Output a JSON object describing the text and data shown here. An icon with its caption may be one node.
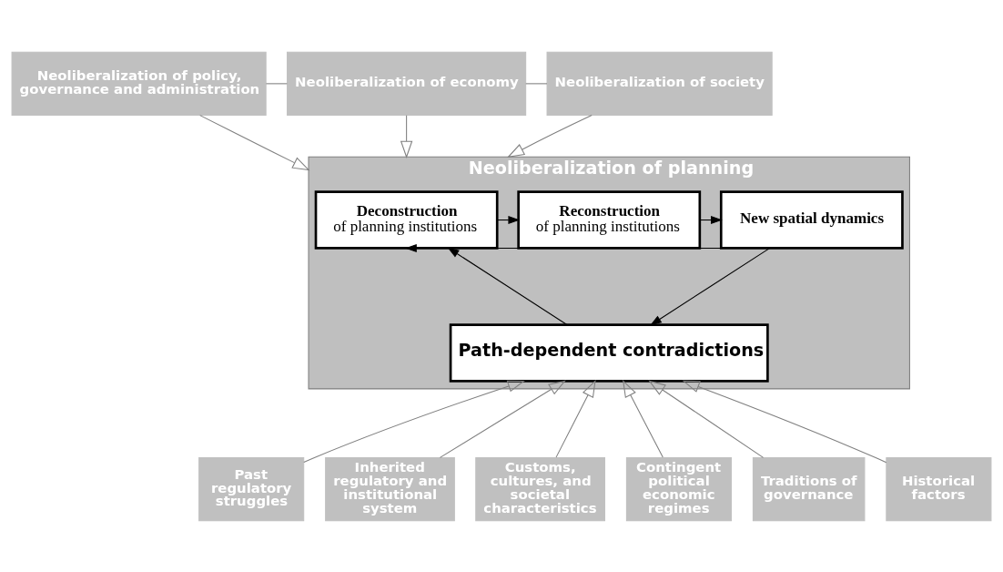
{
  "diagram": {
    "nodes": [
      {
        "text": [
          "Neoliberalization of policy, governance and administration"
        ]
      },
      {
        "text": [
          "Neoliberalization of economy"
        ]
      },
      {
        "text": [
          "Neoliberalization of society"
        ]
      },
      {
        "text": [
          "Neoliberalization of planning"
        ]
      },
      {
        "text": [
          "Deconstruction",
          "of planning institutions"
        ],
        "in": 3
      },
      {
        "text": [
          "Reconstruction",
          "of planning institutions"
        ],
        "in": 3
      },
      {
        "text": [
          "New spatial dynamics"
        ],
        "in": 3
      },
      {
        "text": [
          "Path-dependent contradictions"
        ],
        "in": 3
      },
      {
        "text": [
          "Past regulatory struggles"
        ]
      },
      {
        "text": [
          "Inherited regulatory and institutional system"
        ]
      },
      {
        "text": [
          "Customs, cultures, and societal characteristics"
        ]
      },
      {
        "text": [
          "Contingent political economic regimes"
        ]
      },
      {
        "text": [
          "Traditions of governance"
        ]
      },
      {
        "text": [
          "Historical factors"
        ]
      }
    ],
    "edges": [
      {
        "from": 0,
        "to": 1,
        "arrow": "none"
      },
      {
        "from": 1,
        "to": 2,
        "arrow": "none"
      },
      {
        "from": 0,
        "to": 3,
        "arrow": "to"
      },
      {
        "from": 1,
        "to": 3,
        "arrow": "to"
      },
      {
        "from": 2,
        "to": 3,
        "arrow": "to"
      },
      {
        "from": 4,
        "to": 5,
        "arrow": "to",
        "color": "#000000"
      },
      {
        "from": 5,
        "to": 6,
        "arrow": "to",
        "color": "#000000"
      },
      {
        "from": 6,
        "to": 4,
        "arrow": "to",
        "color": "#000000"
      },
      {
        "from": 6,
        "to": 7,
        "arrow": "to",
        "color": "#000000"
      },
      {
        "from": 7,
        "to": 4,
        "arrow": "to",
        "color": "#000000"
      },
      {
        "from": 8,
        "to": 3,
        "arrow": "to"
      },
      {
        "from": 9,
        "to": 3,
        "arrow": "to"
      },
      {
        "from": 10,
        "to": 3,
        "arrow": "to"
      },
      {
        "from": 11,
        "to": 3,
        "arrow": "to"
      },
      {
        "from": 12,
        "to": 3,
        "arrow": "to"
      },
      {
        "from": 13,
        "to": 3,
        "arrow": "to"
      }
    ]
  }
}
